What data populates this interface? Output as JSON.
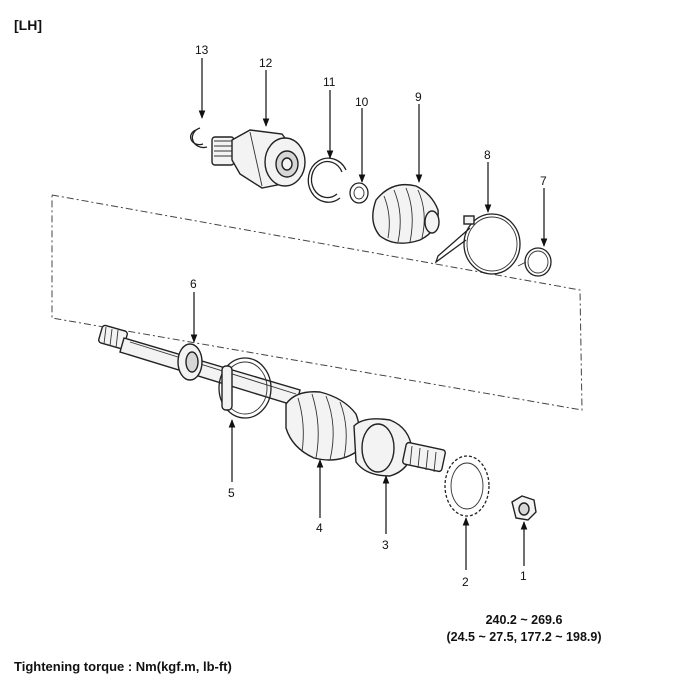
{
  "title": "[LH]",
  "caption": "Tightening torque : Nm(kgf.m, lb-ft)",
  "torque": {
    "line1": "240.2 ~ 269.6",
    "line2": "(24.5 ~ 27.5, 177.2 ~ 198.9)"
  },
  "callouts": [
    "1",
    "2",
    "3",
    "4",
    "5",
    "6",
    "7",
    "8",
    "9",
    "10",
    "11",
    "12",
    "13"
  ]
}
